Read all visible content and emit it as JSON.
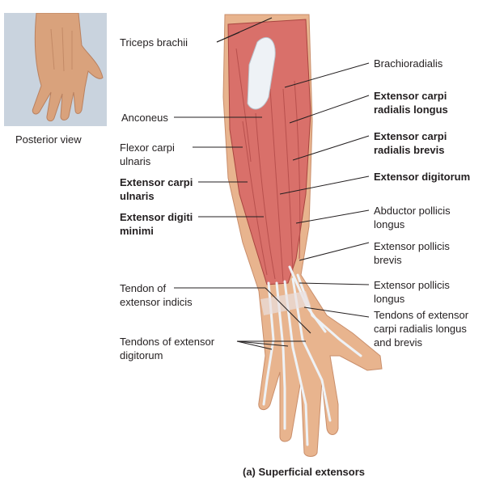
{
  "inset": {
    "caption": "Posterior view"
  },
  "labels_left": [
    {
      "text": "Triceps brachii",
      "bold": false
    },
    {
      "text": "Anconeus",
      "bold": false
    },
    {
      "text": "Flexor carpi\nulnaris",
      "bold": false
    },
    {
      "text": "Extensor carpi\nulnaris",
      "bold": true
    },
    {
      "text": "Extensor digiti\nminimi",
      "bold": true
    },
    {
      "text": "Tendon of\nextensor indicis",
      "bold": false
    },
    {
      "text": "Tendons of extensor\ndigitorum",
      "bold": false
    }
  ],
  "labels_right": [
    {
      "text": "Brachioradialis",
      "bold": false
    },
    {
      "text": "Extensor carpi\nradialis longus",
      "bold": true
    },
    {
      "text": "Extensor carpi\nradialis brevis",
      "bold": true
    },
    {
      "text": "Extensor digitorum",
      "bold": true
    },
    {
      "text": "Abductor pollicis\nlongus",
      "bold": false
    },
    {
      "text": "Extensor pollicis\nbrevis",
      "bold": false
    },
    {
      "text": "Extensor pollicis\nlongus",
      "bold": false
    },
    {
      "text": "Tendons of extensor\ncarpi radialis longus\nand brevis",
      "bold": false
    }
  ],
  "figure_title": "(a) Superficial extensors",
  "colors": {
    "muscle": "#d9706a",
    "muscle_dark": "#b8504d",
    "skin": "#e8b48e",
    "tendon": "#eef2f6",
    "inset_bg": "#c9d3de",
    "line": "#231f20"
  }
}
